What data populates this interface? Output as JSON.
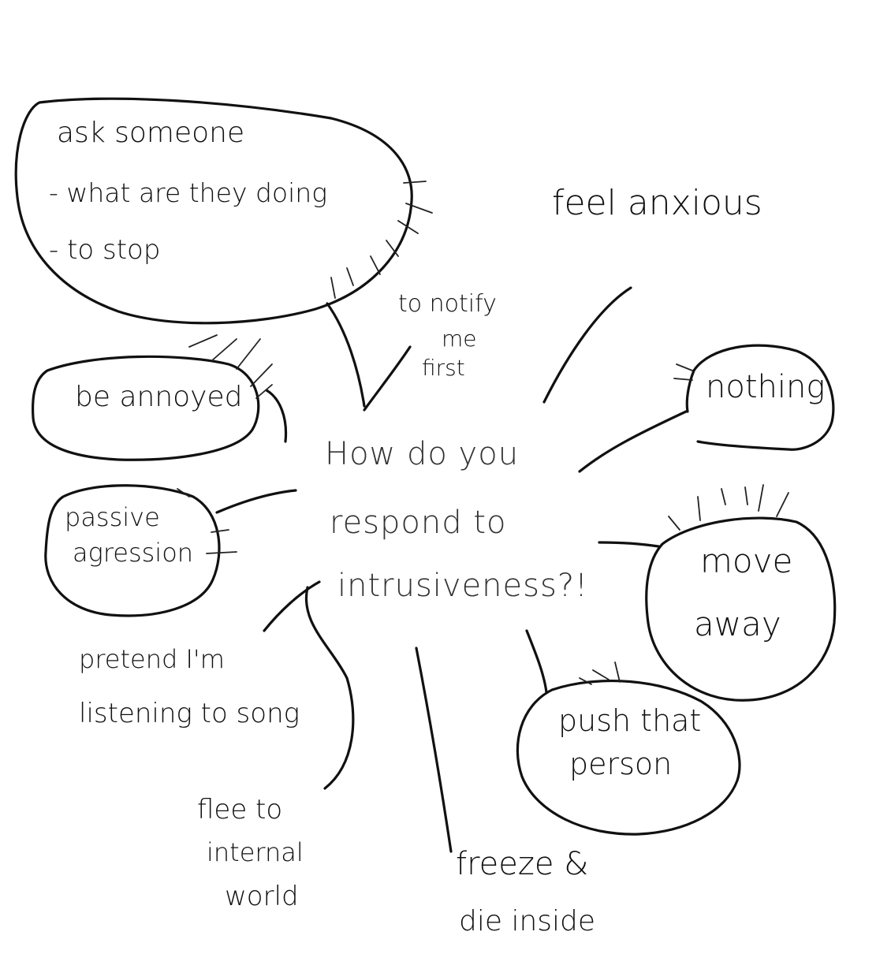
{
  "diagram": {
    "central": [
      "How do you",
      "respond to",
      "intrusiveness?!"
    ],
    "bubbles": {
      "ask_someone": [
        "ask someone",
        "- what are they doing",
        "- to stop"
      ],
      "be_annoyed": "be annoyed",
      "passive_aggression": [
        "passive",
        "agression"
      ],
      "nothing": "nothing",
      "move_away": [
        "move",
        "away"
      ],
      "push_that_person": [
        "push that",
        "person"
      ]
    },
    "free_labels": {
      "to_notify": [
        "to notify",
        "me",
        "first"
      ],
      "feel_anxious": "feel anxious",
      "pretend": [
        "pretend I'm",
        "listening to song"
      ],
      "flee": [
        "flee to",
        "internal",
        "world"
      ],
      "freeze": [
        "freeze &",
        "die inside"
      ]
    }
  }
}
